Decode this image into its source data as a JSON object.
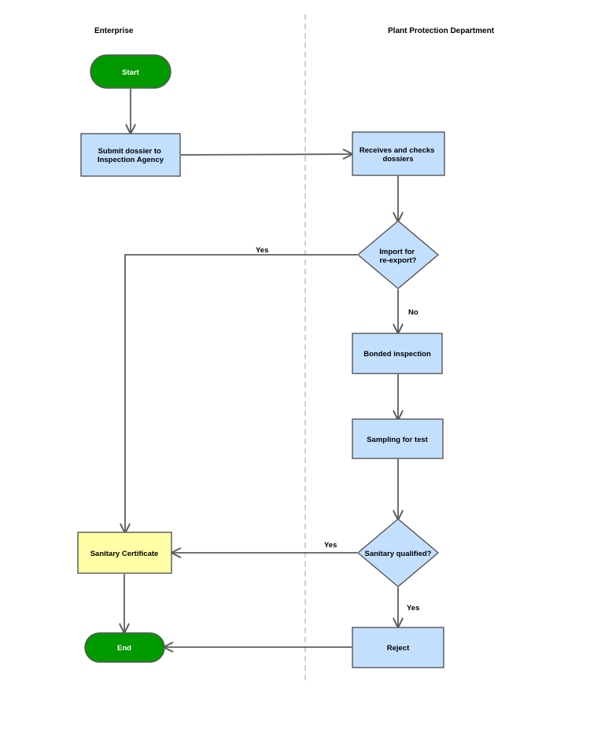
{
  "lanes": {
    "left": "Enterprise",
    "right": "Plant Protection Department"
  },
  "nodes": {
    "start": {
      "lines": [
        "Start"
      ]
    },
    "submit": {
      "lines": [
        "Submit dossier to",
        "Inspection Agency"
      ]
    },
    "receive": {
      "lines": [
        "Receives and checks",
        "dossiers"
      ]
    },
    "reexport": {
      "lines": [
        "Import for",
        "re-export?"
      ]
    },
    "bonded": {
      "lines": [
        "Bonded inspection"
      ]
    },
    "sampling": {
      "lines": [
        "Sampling for test"
      ]
    },
    "sanitary_q": {
      "lines": [
        "Sanitary qualified?"
      ]
    },
    "certificate": {
      "lines": [
        "Sanitary Certificate"
      ]
    },
    "reject": {
      "lines": [
        "Reject"
      ]
    },
    "end": {
      "lines": [
        "End"
      ]
    }
  },
  "edges": {
    "reexport_yes": "Yes",
    "reexport_no": "No",
    "qualified_yes": "Yes",
    "qualified_reject": "Yes"
  },
  "colors": {
    "terminal_fill": "#009900",
    "process_fill": "#c3dffe",
    "certificate_fill": "#ffffa5",
    "line": "#5e5e5e"
  }
}
